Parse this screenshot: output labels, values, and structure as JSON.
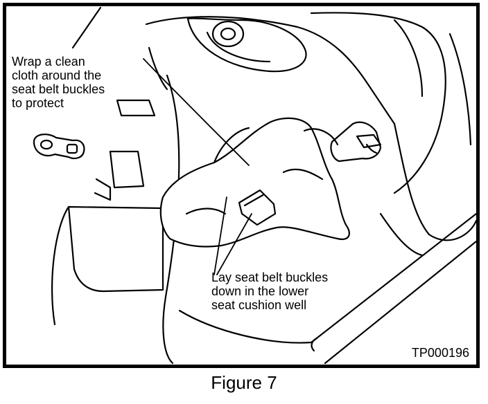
{
  "figure": {
    "caption": "Figure 7",
    "figure_id": "TP000196",
    "callouts": {
      "wrap_cloth": "Wrap a clean\ncloth around the\nseat belt buckles\nto protect",
      "lay_buckles": "Lay seat belt buckles\ndown in the lower\nseat cushion well"
    }
  }
}
